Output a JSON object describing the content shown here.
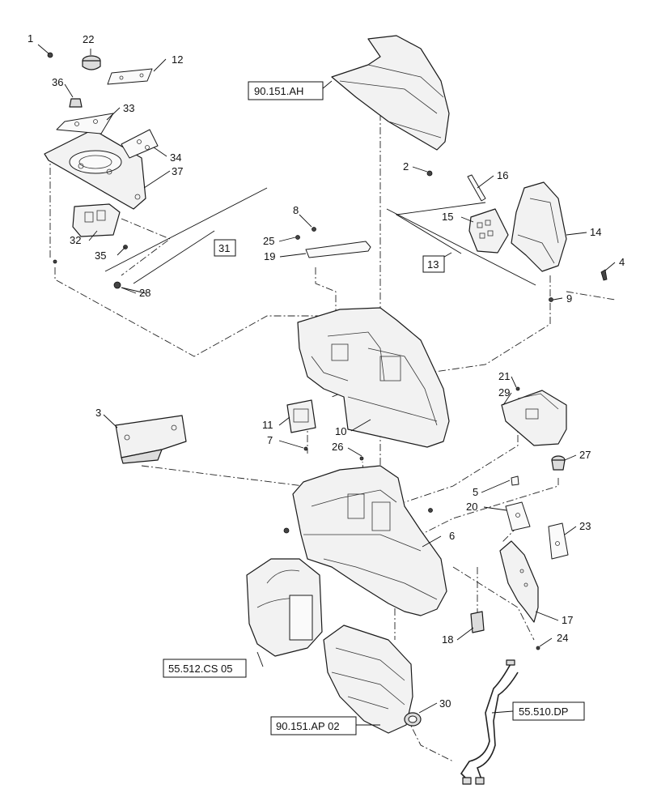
{
  "callouts": {
    "c1": "1",
    "c2": "2",
    "c3": "3",
    "c4": "4",
    "c5": "5",
    "c6": "6",
    "c7": "7",
    "c8": "8",
    "c9": "9",
    "c10": "10",
    "c11": "11",
    "c12": "12",
    "c13": "13",
    "c14": "14",
    "c15": "15",
    "c16": "16",
    "c17": "17",
    "c18": "18",
    "c19": "19",
    "c20": "20",
    "c21": "21",
    "c22": "22",
    "c23": "23",
    "c24": "24",
    "c25": "25",
    "c26": "26",
    "c27": "27",
    "c28": "28",
    "c29": "29",
    "c30": "30",
    "c31": "31",
    "c32": "32",
    "c33": "33",
    "c34": "34",
    "c35": "35",
    "c36": "36",
    "c37": "37"
  },
  "references": {
    "ref_ah": "90.151.AH",
    "ref_cs": "55.512.CS 05",
    "ref_ap": "90.151.AP 02",
    "ref_dp": "55.510.DP"
  }
}
